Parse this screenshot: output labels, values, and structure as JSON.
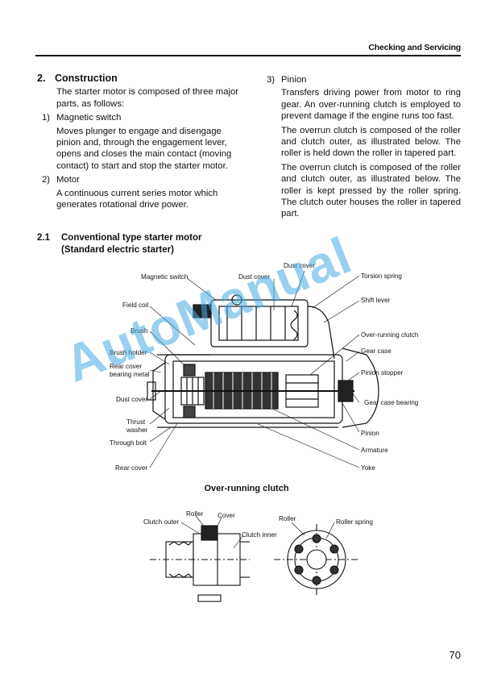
{
  "header": {
    "title": "Checking and Servicing"
  },
  "section2": {
    "number": "2.",
    "title": "Construction",
    "intro": "The starter motor is composed of three major parts, as follows:",
    "items": [
      {
        "num": "1)",
        "title": "Magnetic switch",
        "body": "Moves plunger to engage and disengage pinion and, through the engagement lever, opens and closes the main contact (moving contact) to start and stop the starter motor."
      },
      {
        "num": "2)",
        "title": "Motor",
        "body": "A continuous current series motor which generates rotational drive power."
      },
      {
        "num": "3)",
        "title": "Pinion",
        "body": "Transfers driving power from motor to ring gear. An over-running clutch is employed to prevent damage if the engine runs too fast."
      }
    ],
    "pinion_extra": [
      "The overrun clutch is composed of the roller and clutch outer, as illustrated below. The roller is held down the roller in tapered part.",
      "The overrun clutch is composed of the roller and clutch outer, as illustrated below. The roller is kept pressed by the roller spring. The clutch outer houses the roller in tapered part."
    ]
  },
  "section21": {
    "number": "2.1",
    "title_line1": "Conventional type starter motor",
    "title_line2": "(Standard electric starter)"
  },
  "diagram_labels": {
    "dust_cover_top": "Dust cover",
    "magnetic_switch": "Magnetic switch",
    "dust_cover_mid": "Dust cover",
    "torsion_spring": "Torsion spring",
    "field_coil": "Field coil",
    "shift_lever": "Shift lever",
    "brush": "Brush",
    "over_running_clutch": "Over-running clutch",
    "brush_holder": "Brush holder",
    "gear_case": "Gear case",
    "rear_cover_bearing_metal_1": "Rear cover",
    "rear_cover_bearing_metal_2": "bearing metal",
    "pinion_stopper": "Pinion stopper",
    "dust_cover_left": "Dust cover",
    "gear_case_bearing": "Gear case bearing",
    "thrust_washer_1": "Thrust",
    "thrust_washer_2": "washer",
    "pinion": "Pinion",
    "through_bolt": "Through bolt",
    "armature": "Armature",
    "rear_cover": "Rear cover",
    "yoke": "Yoke"
  },
  "overrunning": {
    "title": "Over-running clutch",
    "labels": {
      "roller_left": "Roller",
      "cover": "Cover",
      "clutch_outer": "Clutch outer",
      "clutch_inner": "Clutch inner",
      "roller_right": "Roller",
      "roller_spring": "Roller spring"
    }
  },
  "watermark": "AutoManual",
  "page_number": "70"
}
